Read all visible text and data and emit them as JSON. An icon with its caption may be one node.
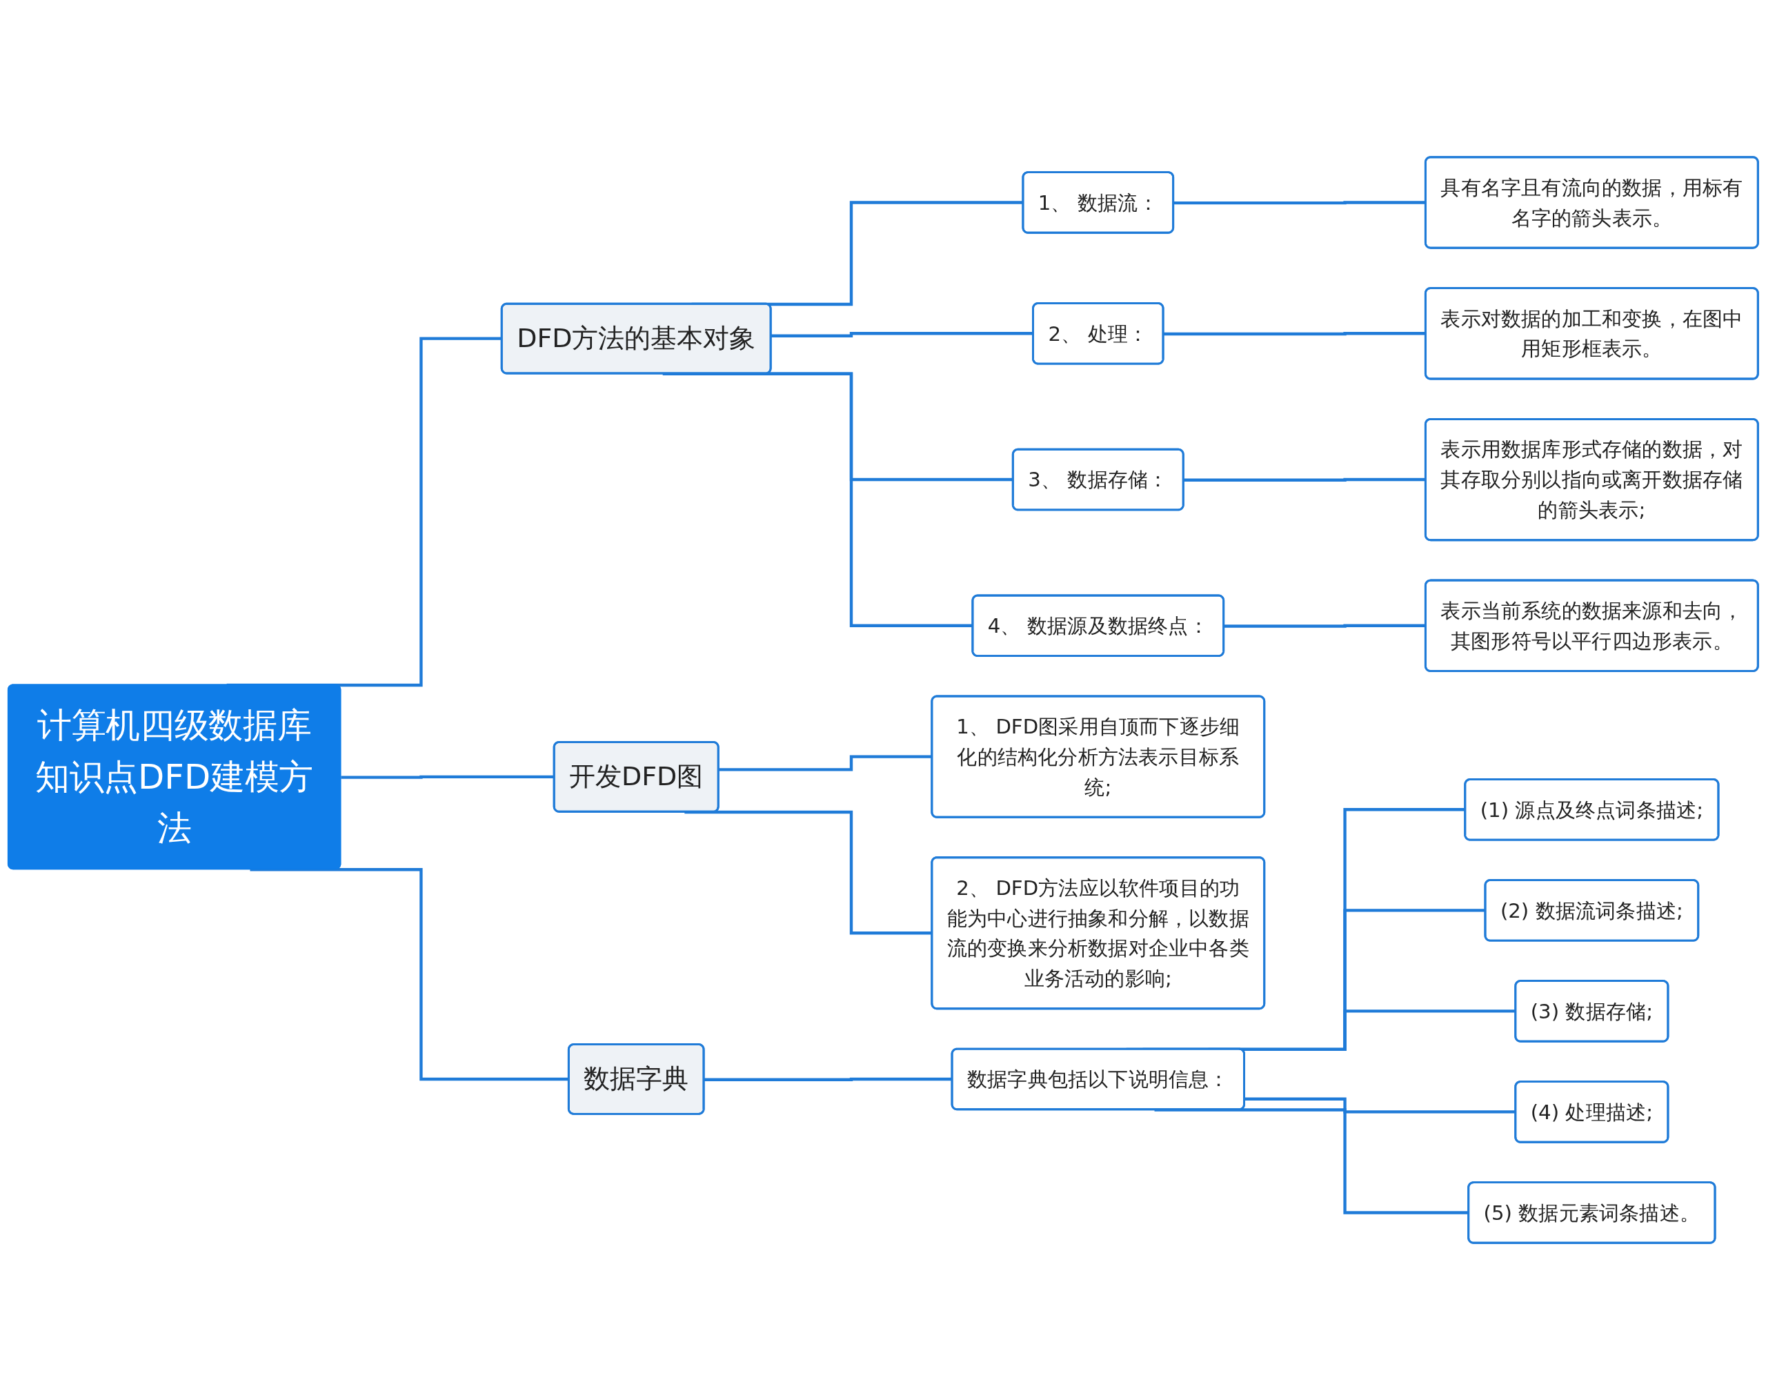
{
  "diagram": {
    "nodes": [
      {
        "text": [
          "计算机四级数据库知识点DFD建模方法"
        ]
      },
      {
        "text": [
          "DFD方法的基本对象"
        ]
      },
      {
        "text": [
          "1、 数据流："
        ]
      },
      {
        "text": [
          "具有名字且有流向的数据，用标有名字的箭头表示。"
        ]
      },
      {
        "text": [
          "2、 处理："
        ]
      },
      {
        "text": [
          "表示对数据的加工和变换，在图中用矩形框表示。"
        ]
      },
      {
        "text": [
          "3、 数据存储："
        ]
      },
      {
        "text": [
          "表示用数据库形式存储的数据，对其存取分别以指向或离开数据存储的箭头表示;"
        ]
      },
      {
        "text": [
          "4、 数据源及数据终点："
        ]
      },
      {
        "text": [
          "表示当前系统的数据来源和去向，其图形符号以平行四边形表示。"
        ]
      },
      {
        "text": [
          "开发DFD图"
        ]
      },
      {
        "text": [
          "1、 DFD图采用自顶而下逐步细化的结构化分析方法表示目标系统;"
        ]
      },
      {
        "text": [
          "2、 DFD方法应以软件项目的功能为中心进行抽象和分解，以数据流的变换来分析数据对企业中各类业务活动的影响;"
        ]
      },
      {
        "text": [
          "数据字典"
        ]
      },
      {
        "text": [
          "数据字典包括以下说明信息："
        ]
      },
      {
        "text": [
          "(1) 源点及终点词条描述;"
        ]
      },
      {
        "text": [
          "(2) 数据流词条描述;"
        ]
      },
      {
        "text": [
          "(3) 数据存储;"
        ]
      },
      {
        "text": [
          "(4) 处理描述;"
        ]
      },
      {
        "text": [
          "(5) 数据元素词条描述。"
        ]
      }
    ],
    "edges": [
      {
        "from": 0,
        "to": 1,
        "arrow": "none"
      },
      {
        "from": 1,
        "to": 2,
        "arrow": "none"
      },
      {
        "from": 2,
        "to": 3,
        "arrow": "none"
      },
      {
        "from": 1,
        "to": 4,
        "arrow": "none"
      },
      {
        "from": 4,
        "to": 5,
        "arrow": "none"
      },
      {
        "from": 1,
        "to": 6,
        "arrow": "none"
      },
      {
        "from": 6,
        "to": 7,
        "arrow": "none"
      },
      {
        "from": 1,
        "to": 8,
        "arrow": "none"
      },
      {
        "from": 8,
        "to": 9,
        "arrow": "none"
      },
      {
        "from": 0,
        "to": 10,
        "arrow": "none"
      },
      {
        "from": 10,
        "to": 11,
        "arrow": "none"
      },
      {
        "from": 10,
        "to": 12,
        "arrow": "none"
      },
      {
        "from": 0,
        "to": 13,
        "arrow": "none"
      },
      {
        "from": 13,
        "to": 14,
        "arrow": "none"
      },
      {
        "from": 14,
        "to": 15,
        "arrow": "none"
      },
      {
        "from": 14,
        "to": 16,
        "arrow": "none"
      },
      {
        "from": 14,
        "to": 17,
        "arrow": "none"
      },
      {
        "from": 14,
        "to": 18,
        "arrow": "none"
      },
      {
        "from": 14,
        "to": 19,
        "arrow": "none"
      }
    ]
  }
}
